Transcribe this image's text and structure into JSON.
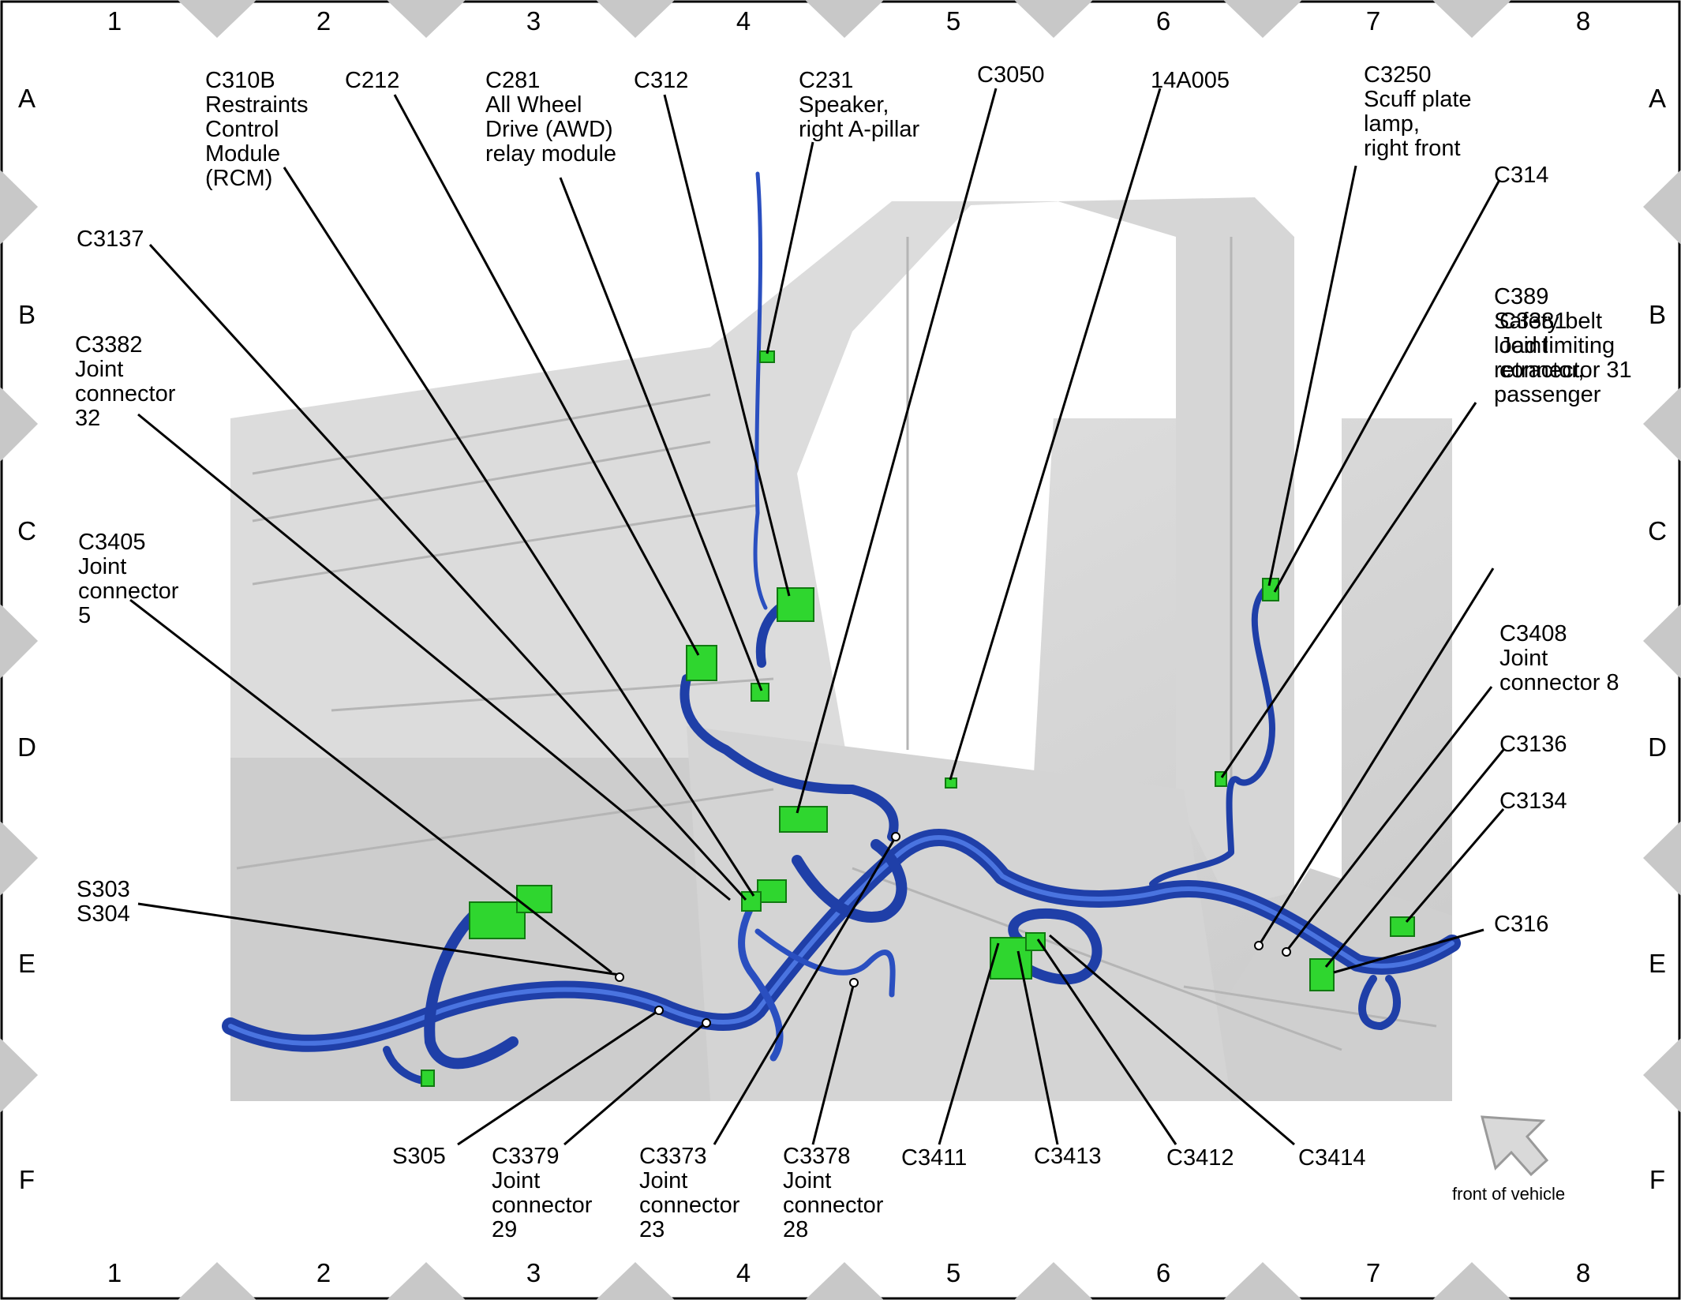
{
  "grid": {
    "columns": [
      "1",
      "2",
      "3",
      "4",
      "5",
      "6",
      "7",
      "8"
    ],
    "rows": [
      "A",
      "B",
      "C",
      "D",
      "E",
      "F"
    ]
  },
  "labels": {
    "c310b": "C310B\nRestraints\nControl\nModule\n(RCM)",
    "c212": "C212",
    "c281": "C281\nAll Wheel\nDrive (AWD)\nrelay module",
    "c312": "C312",
    "c231": "C231\nSpeaker,\nright A-pillar",
    "c3050": "C3050",
    "a14a005": "14A005",
    "c3250": "C3250\nScuff plate\nlamp,\nright front",
    "c314": "C314",
    "c3137": "C3137",
    "c389": "C389\nSafety belt\nload limiting\nretractor,\npassenger",
    "c3382": "C3382\nJoint\nconnector\n32",
    "c3381": "C3381\nJoint\nconnector 31",
    "c3405": "C3405\nJoint\nconnector\n5",
    "c3408": "C3408\nJoint\nconnector 8",
    "c3136": "C3136",
    "c3134": "C3134",
    "s303": "S303\nS304",
    "c316": "C316",
    "s305": "S305",
    "c3379": "C3379\nJoint\nconnector\n29",
    "c3373": "C3373\nJoint\nconnector\n23",
    "c3378": "C3378\nJoint\nconnector\n28",
    "c3411": "C3411",
    "c3413": "C3413",
    "c3412": "C3412",
    "c3414": "C3414"
  },
  "caption": "front of vehicle",
  "colors": {
    "harness": "#1f3fa8",
    "harness_highlight": "#4a74e0",
    "connector": "#2fd62f",
    "body_panel": "#d9d9d9",
    "frame_marker": "#c8c8c8"
  }
}
